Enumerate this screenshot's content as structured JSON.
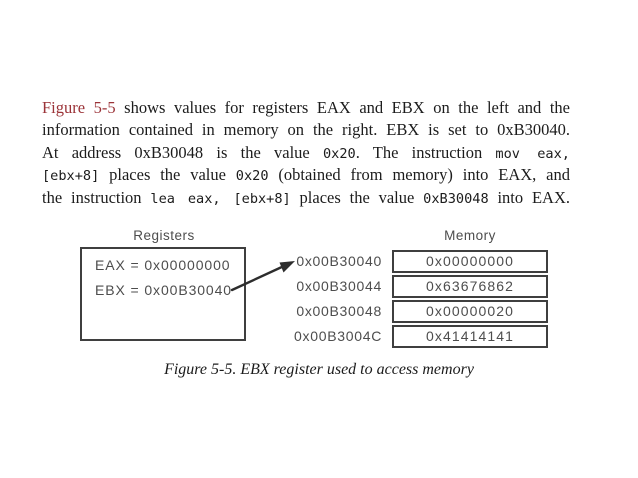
{
  "page": {
    "background": "#ffffff",
    "text_color": "#1c1c1c",
    "figure_ref_color": "#9b3338",
    "diagram_line_color": "#3f3f3f"
  },
  "paragraph": {
    "lines": [
      {
        "segments": [
          {
            "t": "Figure 5-5"
          },
          {
            "t": " shows values for registers EAX and EBX on the left and the"
          }
        ]
      },
      {
        "segments": [
          {
            "t": "information contained in memory on the right. EBX is set to 0xB30040."
          }
        ]
      },
      {
        "segments": [
          {
            "t": "At address 0xB30048 is the value "
          },
          {
            "t": "0x20"
          },
          {
            "t": ". The instruction "
          },
          {
            "t": "mov eax,"
          }
        ]
      },
      {
        "segments": [
          {
            "t": "[ebx+8]"
          },
          {
            "t": " places the value "
          },
          {
            "t": "0x20"
          },
          {
            "t": " (obtained from memory) into EAX, and"
          }
        ]
      },
      {
        "segments": [
          {
            "t": "the instruction "
          },
          {
            "t": "lea eax, [ebx+8]"
          },
          {
            "t": " places the value "
          },
          {
            "t": "0xB30048"
          },
          {
            "t": " into EAX."
          }
        ]
      }
    ]
  },
  "diagram": {
    "registers": {
      "label": "Registers",
      "rows": [
        "EAX = 0x00000000",
        "EBX = 0x00B30040"
      ]
    },
    "memory": {
      "label": "Memory",
      "rows": [
        {
          "address": "0x00B30040",
          "value": "0x00000000"
        },
        {
          "address": "0x00B30044",
          "value": "0x63676862"
        },
        {
          "address": "0x00B30048",
          "value": "0x00000020"
        },
        {
          "address": "0x00B3004C",
          "value": "0x41414141"
        }
      ]
    }
  },
  "caption": "Figure 5-5. EBX register used to access memory"
}
